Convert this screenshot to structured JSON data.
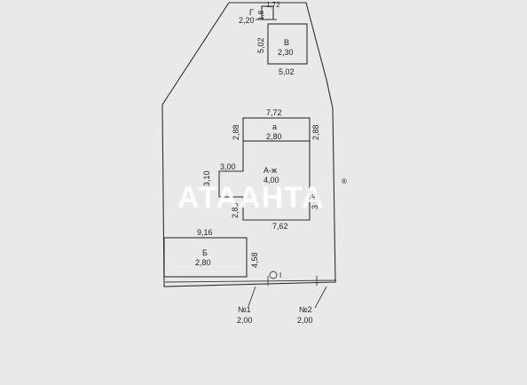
{
  "watermark": {
    "text": "АТААНТА",
    "symbol": "®"
  },
  "buildings": {
    "g": {
      "name": "Г",
      "dim_w": "2,20",
      "dim_top": "1,72",
      "dim_side": "1,8"
    },
    "v": {
      "name": "В",
      "area": "2,30",
      "dim_left": "5,02",
      "dim_bottom": "5,02"
    },
    "a_small": {
      "name": "а",
      "area": "2,80",
      "dim_top": "7,72",
      "dim_left": "2,88",
      "dim_right": "2,88"
    },
    "a_main": {
      "name": "А-ж",
      "area": "4,00",
      "dim_left_w": "3,00",
      "dim_left_h": "3,10",
      "dim_inner": "2,80",
      "dim_right": "3,06",
      "dim_bottom": "7,62"
    },
    "b": {
      "name": "Б",
      "area": "2,80",
      "dim_top": "9,16",
      "dim_right": "4,58"
    }
  },
  "fences": [
    {
      "name": "№1",
      "length": "2,00"
    },
    {
      "name": "№2",
      "length": "2,00"
    }
  ],
  "well_symbol": "I"
}
